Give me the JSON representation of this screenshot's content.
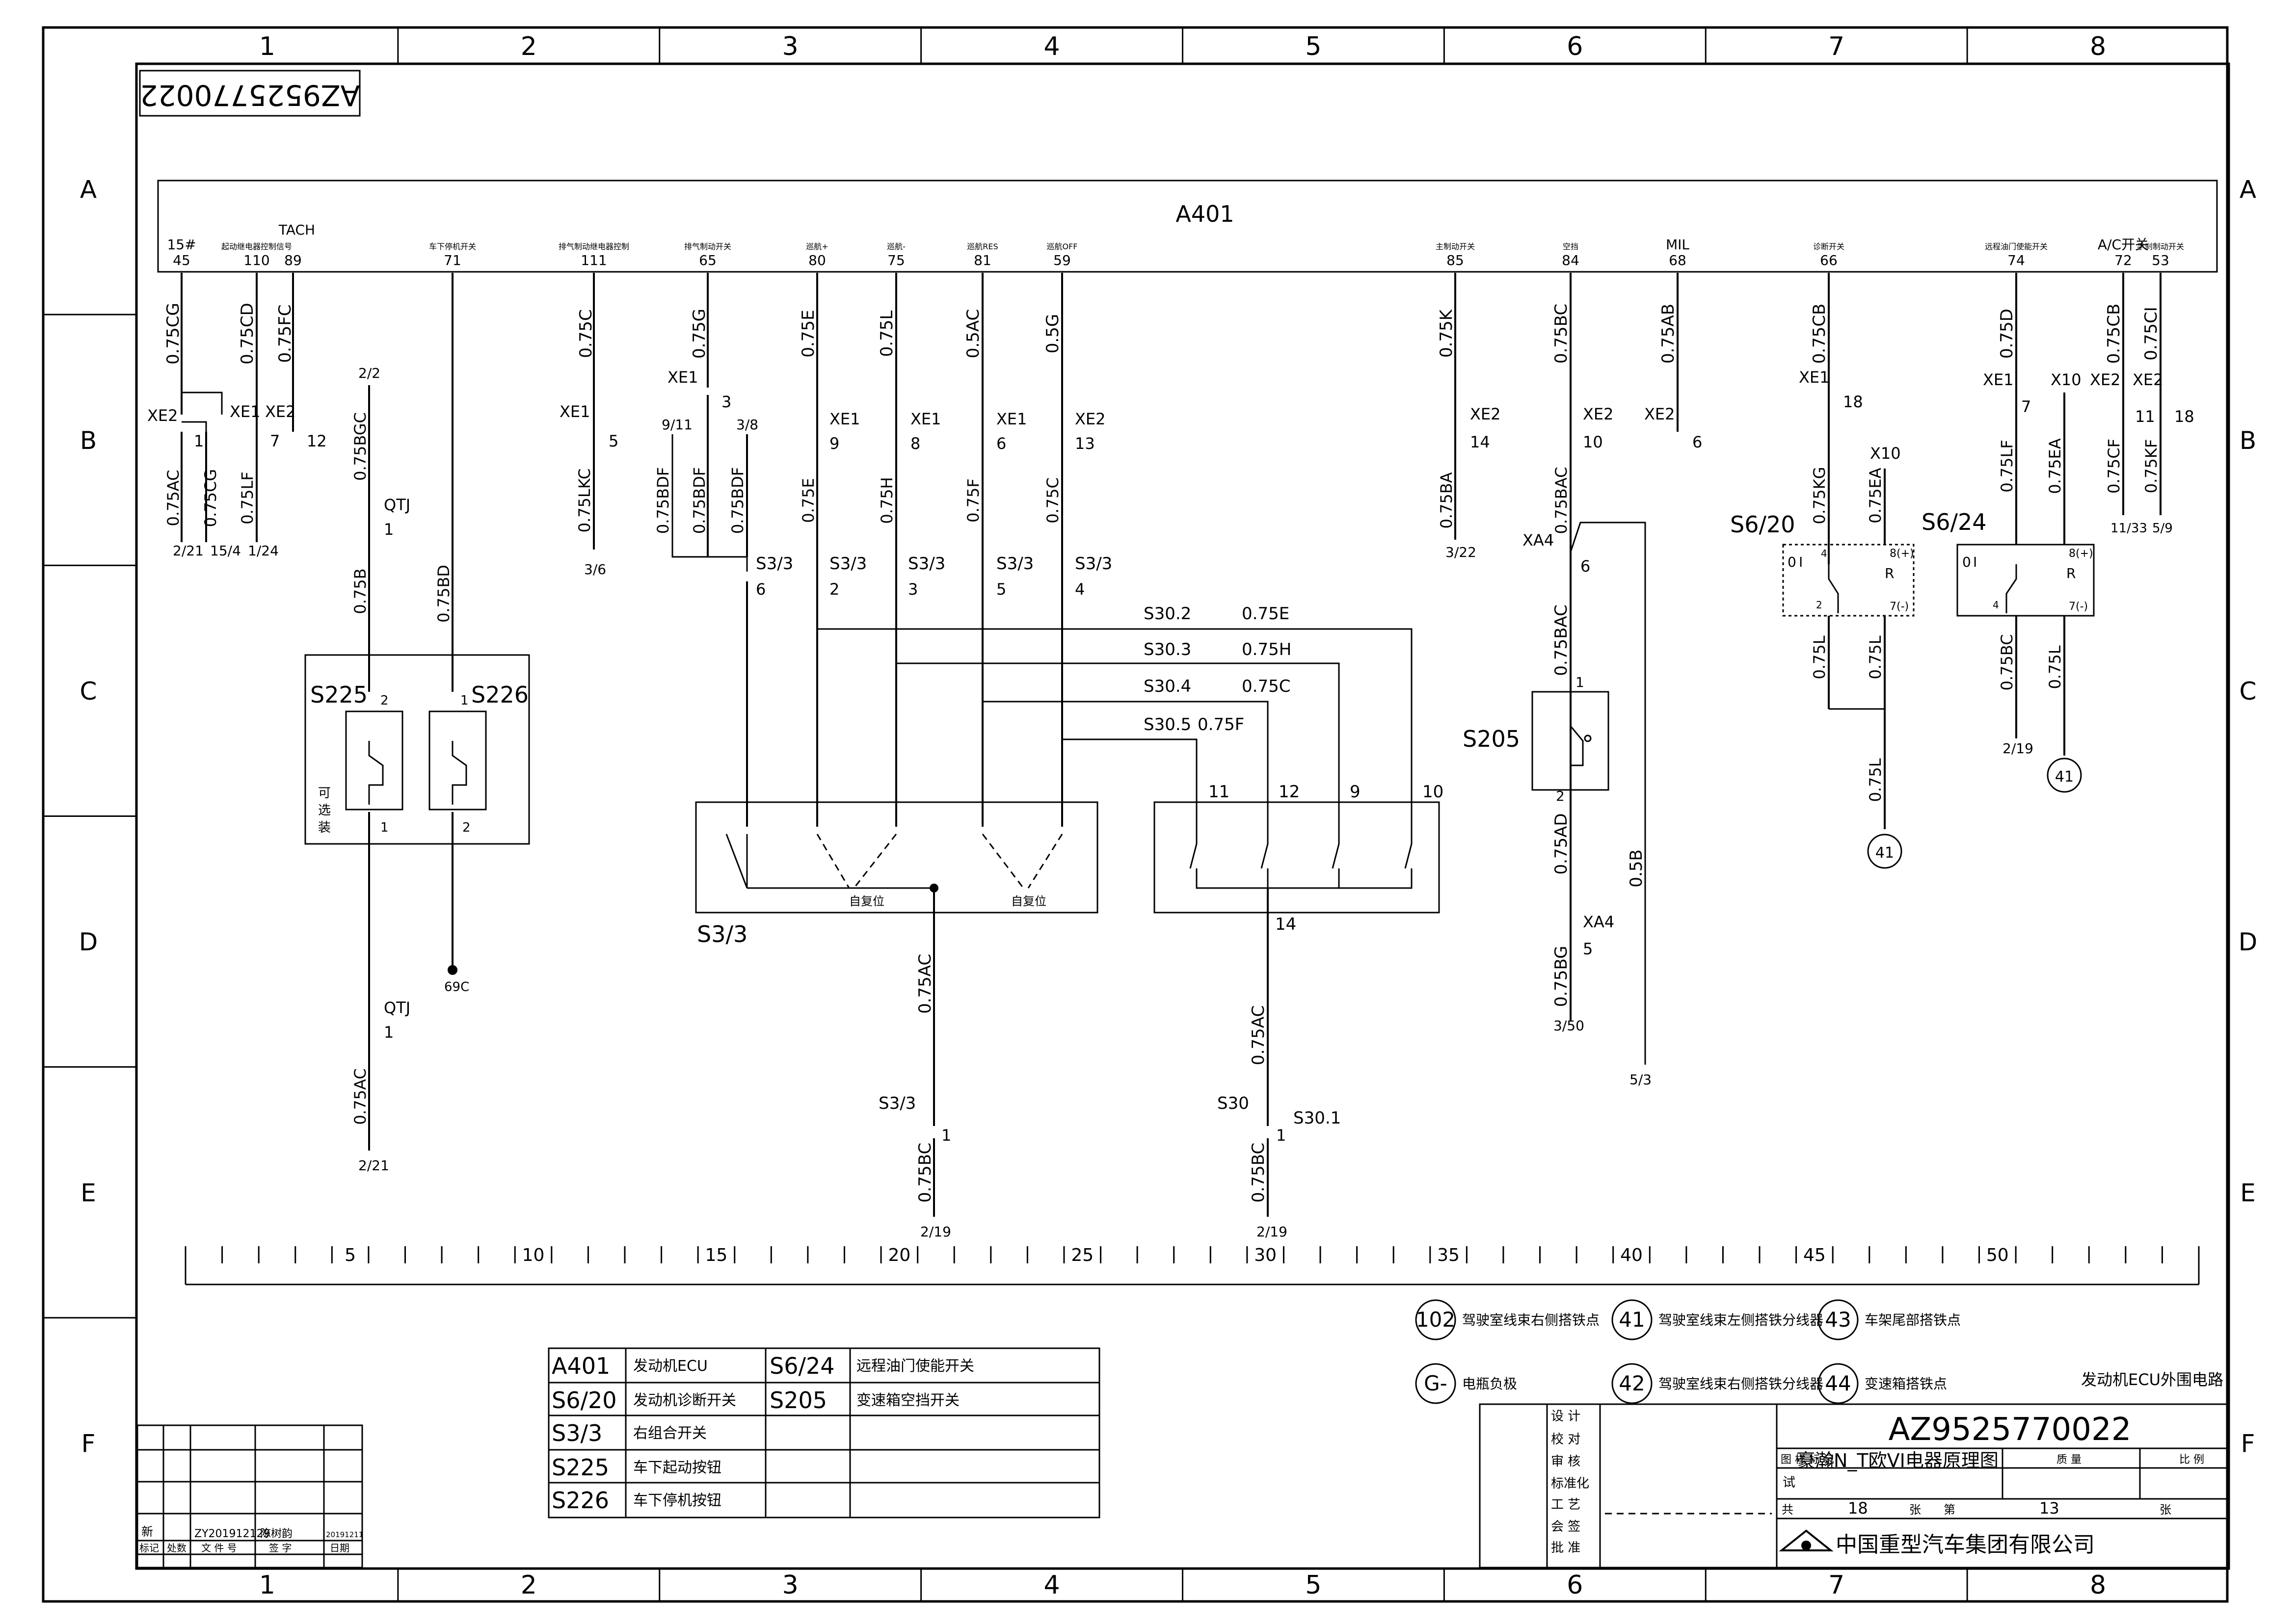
{
  "drawing_number": "AZ9525770022",
  "grid": {
    "columns": [
      "1",
      "2",
      "3",
      "4",
      "5",
      "6",
      "7",
      "8"
    ],
    "rows": [
      "A",
      "B",
      "C",
      "D",
      "E",
      "F"
    ]
  },
  "ecu": {
    "label": "A401",
    "pins": [
      {
        "num": "45",
        "func": "15#",
        "wire": "0.75CG",
        "conn": "XE2",
        "cpin": "1",
        "wire2": "0.75AC",
        "wire3": "0.75CG",
        "ref1": "2/21",
        "ref2": "15/4"
      },
      {
        "num": "110",
        "func": "起动继电器控制信号",
        "wire": "0.75CD",
        "conn": "XE1",
        "cpin": "7",
        "wire2": "0.75LF",
        "ref": "1/24"
      },
      {
        "num": "89",
        "func": "TACH",
        "wire": "0.75FC",
        "conn": "XE2",
        "cpin": "12"
      },
      {
        "num": "71",
        "func": "车下停机开关",
        "wire": "0.75BD"
      },
      {
        "num": "111",
        "func": "排气制动继电器控制",
        "wire": "0.75C",
        "conn": "XE1",
        "cpin": "5",
        "wire2": "0.75LKC",
        "ref": "3/6"
      },
      {
        "num": "65",
        "func": "排气制动开关",
        "wire": "0.75G",
        "conn": "XE1",
        "cpin": "3",
        "ref1": "9/11",
        "ref2": "3/8",
        "wire2": "0.75BDF",
        "wire3": "0.75BDF",
        "wire4": "0.75BDF"
      },
      {
        "num": "80",
        "func": "巡航+",
        "wire": "0.75E",
        "conn": "XE1",
        "cpin": "9",
        "wire2": "0.75E"
      },
      {
        "num": "75",
        "func": "巡航-",
        "wire": "0.75L",
        "conn": "XE1",
        "cpin": "8",
        "wire2": "0.75H"
      },
      {
        "num": "81",
        "func": "巡航RES",
        "wire": "0.5AC",
        "conn": "XE1",
        "cpin": "6",
        "wire2": "0.75F"
      },
      {
        "num": "59",
        "func": "巡航OFF",
        "wire": "0.5G",
        "conn": "XE2",
        "cpin": "13",
        "wire2": "0.75C"
      },
      {
        "num": "85",
        "func": "主制动开关",
        "wire": "0.75K",
        "conn": "XE2",
        "cpin": "14",
        "wire2": "0.75BA",
        "ref": "3/22"
      },
      {
        "num": "84",
        "func": "空挡",
        "wire": "0.75BC",
        "conn": "XE2",
        "cpin": "10",
        "wire2": "0.75BAC"
      },
      {
        "num": "68",
        "func": "MIL",
        "wire": "0.75AB",
        "conn": "XE2",
        "cpin": "6"
      },
      {
        "num": "66",
        "func": "诊断开关",
        "wire": "0.75CB",
        "conn": "XE1",
        "cpin": "18",
        "wire2": "0.75KG"
      },
      {
        "num": "74",
        "func": "远程油门使能开关",
        "wire": "0.75D",
        "conn": "XE1",
        "cpin": "7",
        "wire2": "0.75LF"
      },
      {
        "num": "72",
        "func": "A/C开关",
        "wire": "0.75CB",
        "conn": "XE2",
        "cpin": "11",
        "wire2": "0.75CF",
        "ref": "11/33"
      },
      {
        "num": "53",
        "func": "手刹制动开关",
        "wire": "0.75CI",
        "conn": "XE2",
        "cpin": "18",
        "wire2": "0.75KF",
        "ref": "5/9"
      }
    ]
  },
  "labels": {
    "ref_2_2": "2/2",
    "w_75bgc": "0.75BGC",
    "qtj": "QTJ",
    "qtj_pin": "1",
    "w_75b": "0.75B",
    "w_75bd": "0.75BD",
    "s225": "S225",
    "s226": "S226",
    "optional": "可\n选\n装",
    "p1": "1",
    "p2": "2",
    "ref69c": "69C",
    "w_75ac_low": "0.75AC",
    "ref_2_21": "2/21",
    "s33": "S3/3",
    "s33_pin6": "6",
    "s33_pin2": "2",
    "s33_pin3": "3",
    "s33_pin5": "5",
    "s33_pin4": "4",
    "reset_pos": "自复位",
    "s302": "S30.2",
    "s303": "S30.3",
    "s304": "S30.4",
    "s305": "S30.5",
    "w_75e": "0.75E",
    "w_75h": "0.75H",
    "w_75c": "0.75C",
    "w_75f": "0.75F",
    "p11": "11",
    "p12": "12",
    "p9": "9",
    "p10": "10",
    "p14": "14",
    "w_s33_ac": "0.75AC",
    "s33_low": "S3/3",
    "w_s33_bc": "0.75BC",
    "ref_2_19": "2/19",
    "s30": "S30",
    "s301": "S30.1",
    "w_s30_ac": "0.75AC",
    "w_s30_bc": "0.75BC",
    "xa4": "XA4",
    "xa4_p6": "6",
    "xa4_p5": "5",
    "w_bac2": "0.75BAC",
    "s205": "S205",
    "w_ad": "0.75AD",
    "w_bg": "0.75BG",
    "w_5b": "0.5B",
    "ref_3_50": "3/50",
    "ref_5_3": "5/3",
    "s620": "S6/20",
    "s624": "S6/24",
    "x10": "X10",
    "w_ea": "0.75EA",
    "w_l": "0.75L",
    "w_bc2": "0.75BC",
    "ref41": "41",
    "sw_o": "0",
    "sw_i": "I",
    "sw_r": "R",
    "sw_p8": "8(+)",
    "sw_p7": "7(-)",
    "sw_p4": "4",
    "sw_p2": "2"
  },
  "ruler": [
    "5",
    "10",
    "15",
    "20",
    "25",
    "30",
    "35",
    "40",
    "45",
    "50"
  ],
  "ground_legend": [
    {
      "id": "102",
      "text": "驾驶室线束右侧搭铁点"
    },
    {
      "id": "41",
      "text": "驾驶室线束左侧搭铁分线器"
    },
    {
      "id": "43",
      "text": "车架尾部搭铁点"
    },
    {
      "id": "G-",
      "text": "电瓶负极"
    },
    {
      "id": "42",
      "text": "驾驶室线束右侧搭铁分线器"
    },
    {
      "id": "44",
      "text": "变速箱搭铁点"
    }
  ],
  "component_table": [
    {
      "code": "A401",
      "name": "发动机ECU",
      "code2": "S6/24",
      "name2": "远程油门使能开关"
    },
    {
      "code": "S6/20",
      "name": "发动机诊断开关",
      "code2": "S205",
      "name2": "变速箱空挡开关"
    },
    {
      "code": "S3/3",
      "name": "右组合开关",
      "code2": "",
      "name2": ""
    },
    {
      "code": "S225",
      "name": "车下起动按钮",
      "code2": "",
      "name2": ""
    },
    {
      "code": "S226",
      "name": "车下停机按钮",
      "code2": "",
      "name2": ""
    }
  ],
  "revision_block": {
    "mark": "新",
    "doc": "ZY201912129",
    "signer": "陈树韵",
    "date": "20191211",
    "headers": [
      "标记",
      "处数",
      "文 件 号",
      "签 字",
      "日期"
    ]
  },
  "title_block": {
    "subtitle": "发动机ECU外围电路",
    "roles": [
      "设 计",
      "校 对",
      "审 核",
      "标准化",
      "工 艺",
      "会 签",
      "批 准"
    ],
    "title": "豪瀚N_T欧VI电器原理图",
    "number": "AZ9525770022",
    "hdr": [
      "图 样 标 记",
      "质 量",
      "比 例"
    ],
    "trial": "试",
    "sheet_total_label": "共",
    "sheet_total": "18",
    "sheet_unit": "张",
    "sheet_label": "第",
    "sheet_no": "13",
    "sheet_unit2": "张",
    "company": "中国重型汽车集团有限公司"
  }
}
